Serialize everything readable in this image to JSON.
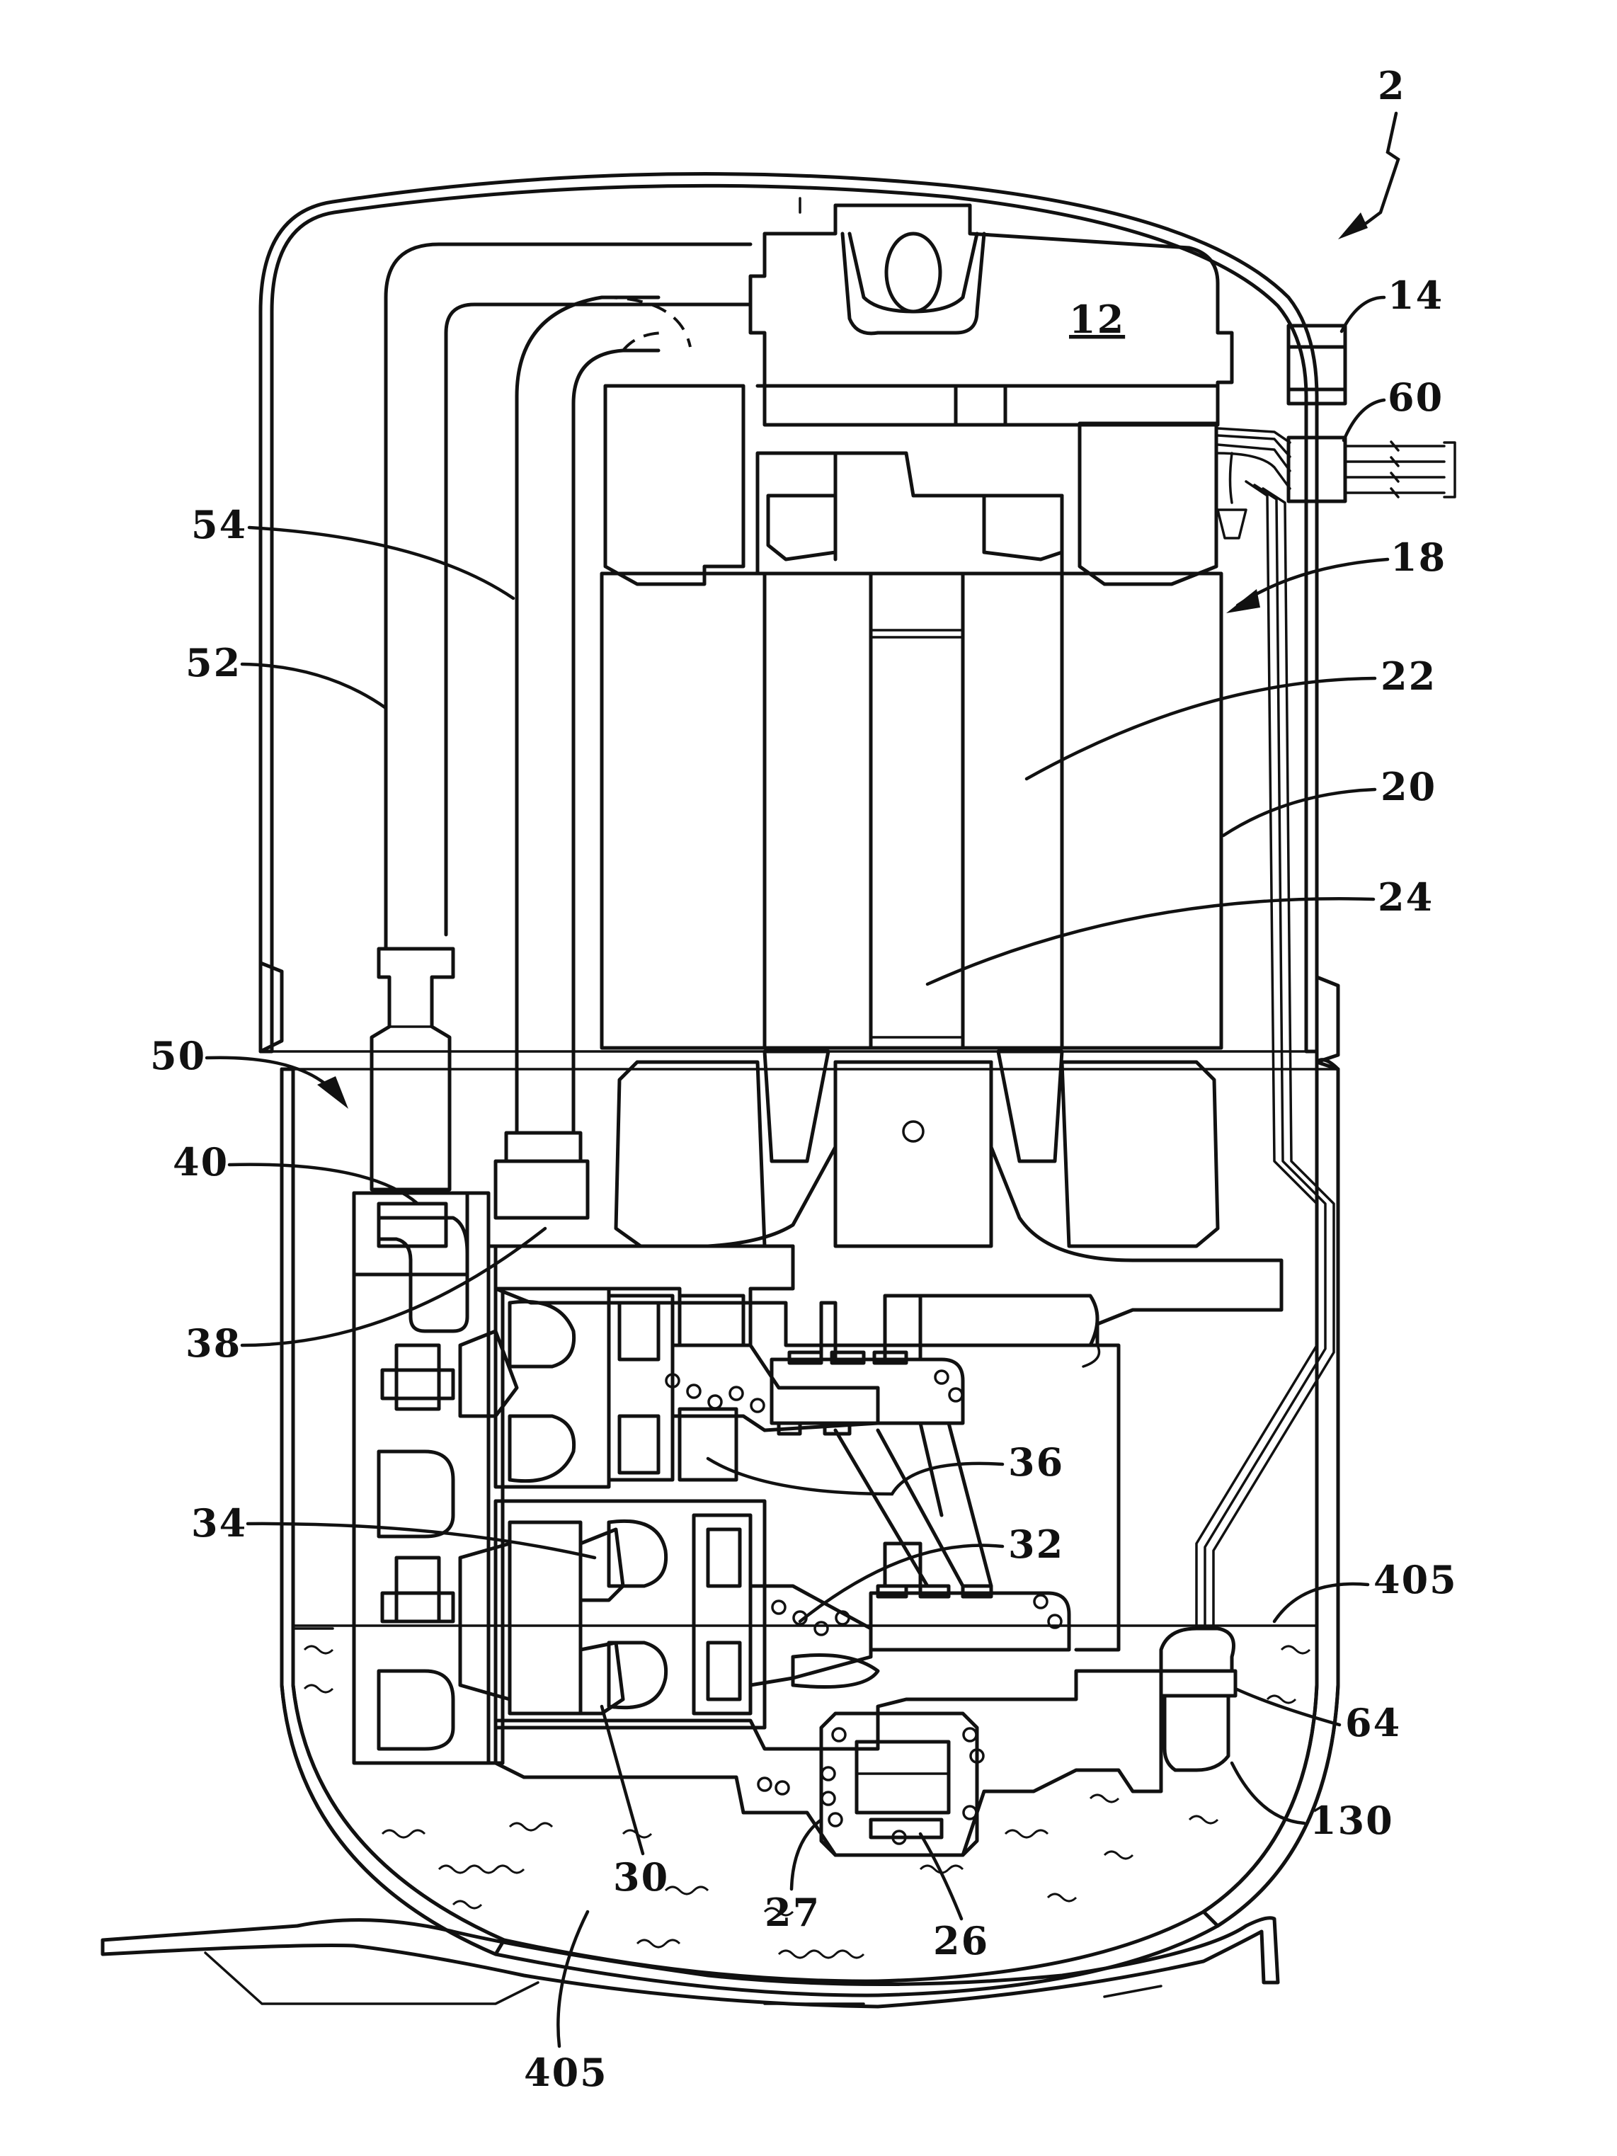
{
  "figure": {
    "labels": {
      "l2": "2",
      "l12": "12",
      "l14": "14",
      "l60": "60",
      "l54": "54",
      "l18": "18",
      "l52": "52",
      "l22": "22",
      "l20": "20",
      "l24": "24",
      "l50": "50",
      "l40": "40",
      "l38": "38",
      "l36": "36",
      "l34": "34",
      "l32": "32",
      "l405a": "405",
      "l64": "64",
      "l130": "130",
      "l30": "30",
      "l27": "27",
      "l26": "26",
      "l405b": "405"
    }
  }
}
